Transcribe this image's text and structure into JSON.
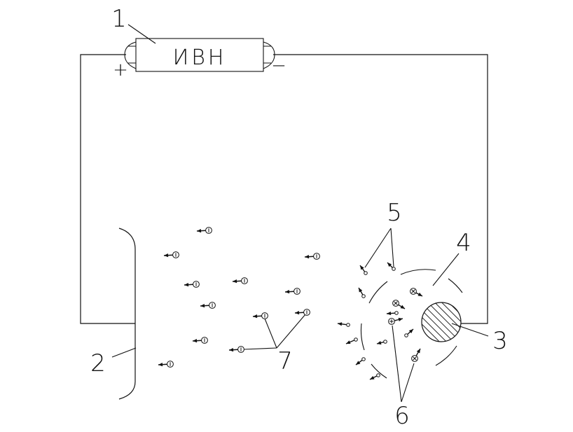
{
  "source": {
    "label": "ИВН",
    "plus": "+",
    "minus": "−"
  },
  "callouts": {
    "n1": "1",
    "n2": "2",
    "n3": "3",
    "n4": "4",
    "n5": "5",
    "n6": "6",
    "n7": "7"
  },
  "particle_types": {
    "negative_ion": "minus-in-circle",
    "positive_ion": "plus-in-circle",
    "crossed": "cross-in-circle",
    "small": "small-circle"
  }
}
